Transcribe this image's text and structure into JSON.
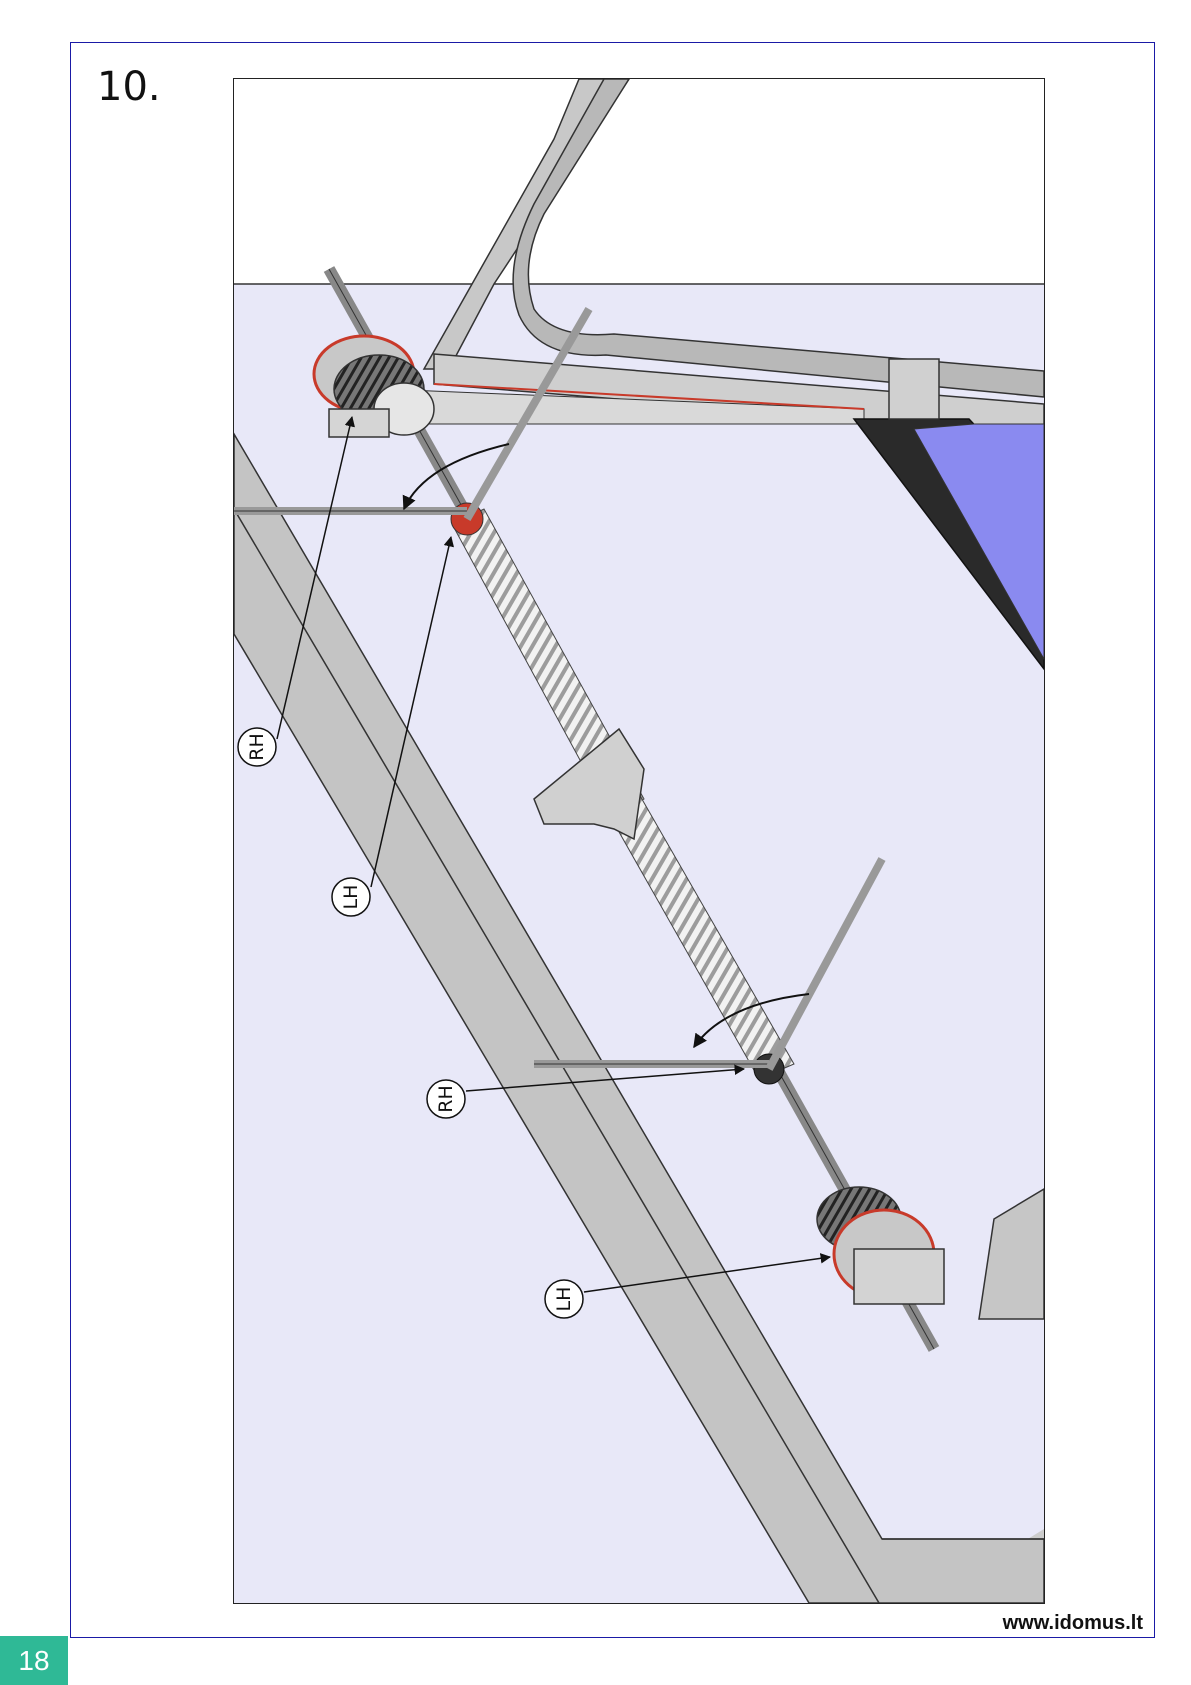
{
  "page": {
    "step_number": "10.",
    "website": "www.idomus.lt",
    "page_number": "18"
  },
  "callouts": [
    {
      "id": "rh-top",
      "text": "RH"
    },
    {
      "id": "lh-top",
      "text": "LH"
    },
    {
      "id": "rh-bottom",
      "text": "RH"
    },
    {
      "id": "lh-bottom",
      "text": "LH"
    }
  ],
  "colors": {
    "frame": "#1a1aa6",
    "ceiling": "#e8e8f8",
    "wall": "#cccccc",
    "door_panel": "#8a8af0",
    "accent_red": "#c83a2a",
    "page_badge": "#2fb996"
  }
}
